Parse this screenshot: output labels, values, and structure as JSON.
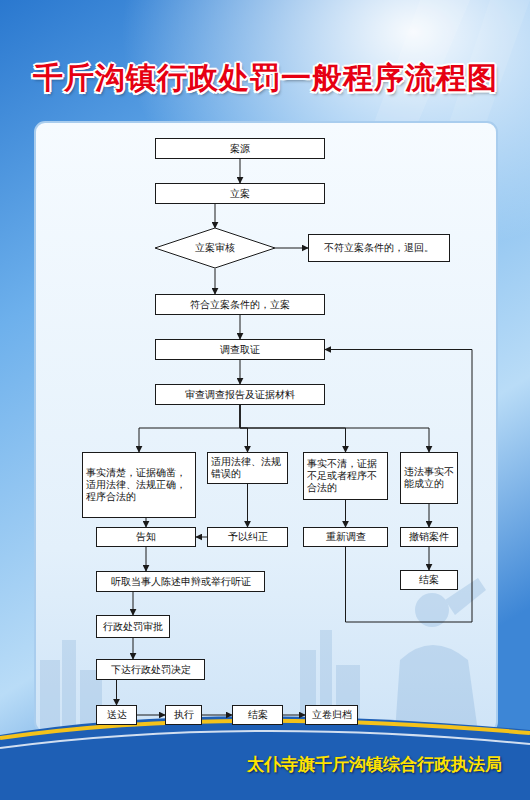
{
  "diagram": {
    "title": "千斤沟镇行政处罚一般程序流程图",
    "caption": "太仆寺旗千斤沟镇综合行政执法局",
    "nodes": [
      {
        "text": [
          "案源"
        ]
      },
      {
        "text": [
          "立案"
        ]
      },
      {
        "text": [
          "立案审核"
        ]
      },
      {
        "text": [
          "不符立案条件的，退回。"
        ]
      },
      {
        "text": [
          "符合立案条件的，立案"
        ]
      },
      {
        "text": [
          "调查取证"
        ]
      },
      {
        "text": [
          "审查调查报告及证据材料"
        ]
      },
      {
        "text": [
          "事实清楚，证据确凿，适用法律、法规正确，程序合法的"
        ]
      },
      {
        "text": [
          "适用法律、法规错误的"
        ]
      },
      {
        "text": [
          "事实不清，证据不足或者程序不合法的"
        ]
      },
      {
        "text": [
          "违法事实不能成立的"
        ]
      },
      {
        "text": [
          "告知"
        ]
      },
      {
        "text": [
          "予以纠正"
        ]
      },
      {
        "text": [
          "重新调查"
        ]
      },
      {
        "text": [
          "撤销案件"
        ]
      },
      {
        "text": [
          "听取当事人陈述申辩或举行听证"
        ]
      },
      {
        "text": [
          "结案"
        ]
      },
      {
        "text": [
          "行政处罚审批"
        ]
      },
      {
        "text": [
          "下达行政处罚决定"
        ]
      },
      {
        "text": [
          "送达"
        ]
      },
      {
        "text": [
          "执行"
        ]
      },
      {
        "text": [
          "结案"
        ]
      },
      {
        "text": [
          "立卷归档"
        ]
      }
    ],
    "edges": [
      {
        "from": 0,
        "to": 1,
        "arrow": "to"
      },
      {
        "from": 1,
        "to": 2,
        "arrow": "to"
      },
      {
        "from": 2,
        "to": 3,
        "arrow": "to"
      },
      {
        "from": 2,
        "to": 4,
        "arrow": "to"
      },
      {
        "from": 4,
        "to": 5,
        "arrow": "to"
      },
      {
        "from": 5,
        "to": 6,
        "arrow": "to"
      },
      {
        "from": 6,
        "to": 7,
        "arrow": "to"
      },
      {
        "from": 6,
        "to": 8,
        "arrow": "to"
      },
      {
        "from": 6,
        "to": 9,
        "arrow": "to"
      },
      {
        "from": 6,
        "to": 10,
        "arrow": "to"
      },
      {
        "from": 7,
        "to": 11,
        "arrow": "to"
      },
      {
        "from": 8,
        "to": 12,
        "arrow": "to"
      },
      {
        "from": 12,
        "to": 11,
        "arrow": "to"
      },
      {
        "from": 9,
        "to": 13,
        "arrow": "to"
      },
      {
        "from": 13,
        "to": 5,
        "arrow": "to"
      },
      {
        "from": 10,
        "to": 14,
        "arrow": "to"
      },
      {
        "from": 14,
        "to": 16,
        "arrow": "to"
      },
      {
        "from": 11,
        "to": 15,
        "arrow": "to"
      },
      {
        "from": 15,
        "to": 17,
        "arrow": "to"
      },
      {
        "from": 17,
        "to": 18,
        "arrow": "to"
      },
      {
        "from": 18,
        "to": 19,
        "arrow": "to"
      },
      {
        "from": 19,
        "to": 20,
        "arrow": "to"
      },
      {
        "from": 20,
        "to": 21,
        "arrow": "to"
      },
      {
        "from": 21,
        "to": 22,
        "arrow": "to"
      }
    ]
  }
}
